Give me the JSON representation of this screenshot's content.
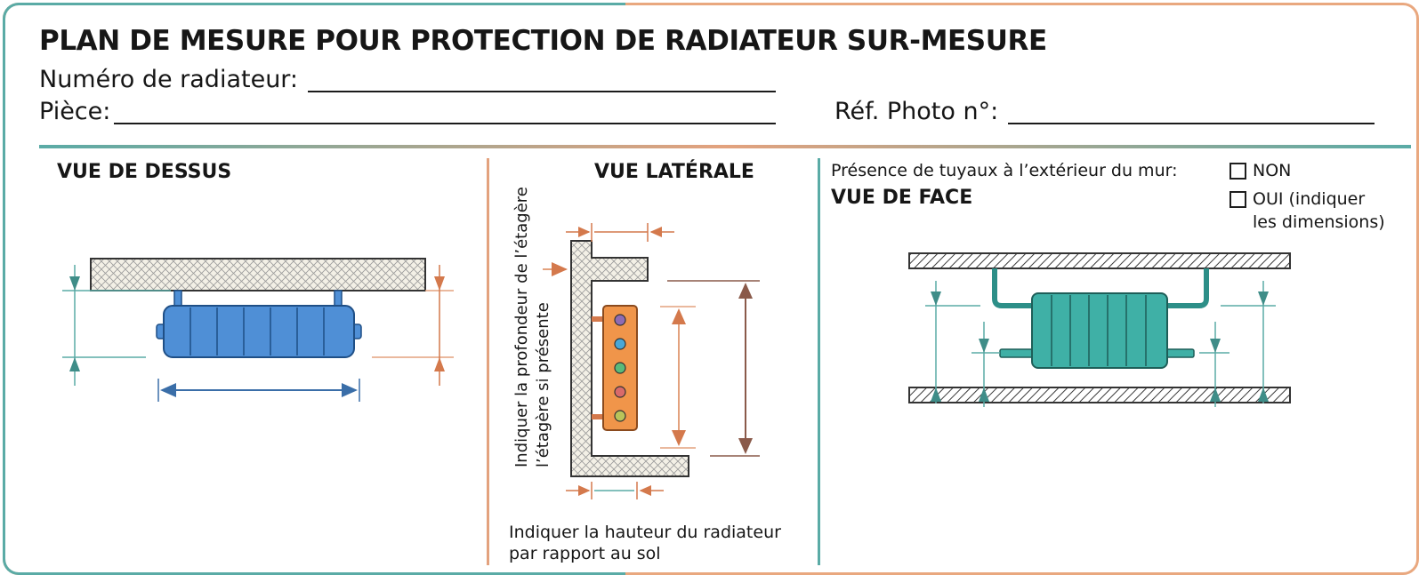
{
  "title": "PLAN DE MESURE POUR PROTECTION DE RADIATEUR SUR-MESURE",
  "fields": {
    "radiator_number": "Numéro de radiateur:",
    "room": "Pièce:",
    "photo_ref": "Réf. Photo n°:"
  },
  "sections": {
    "top_view": "VUE DE DESSUS",
    "side_view": "VUE LATÉRALE",
    "front_view": "VUE DE FACE"
  },
  "side_view": {
    "shelf_note_line1": "Indiquer la profondeur de l’étagère",
    "shelf_note_line2": "l’étagère si présente",
    "height_note_line1": "Indiquer la hauteur du radiateur",
    "height_note_line2": "par rapport au sol"
  },
  "front_view": {
    "pipes_question": "Présence de tuyaux à l’extérieur du mur:",
    "option_no": "NON",
    "option_yes_line1": "OUI (indiquer",
    "option_yes_line2": "les dimensions)"
  },
  "colors": {
    "teal": "#5aaba6",
    "orange": "#e3a27e",
    "blue_radiator": "#4f8fd6",
    "teal_radiator": "#3fb0a6",
    "orange_radiator": "#f0954a"
  }
}
